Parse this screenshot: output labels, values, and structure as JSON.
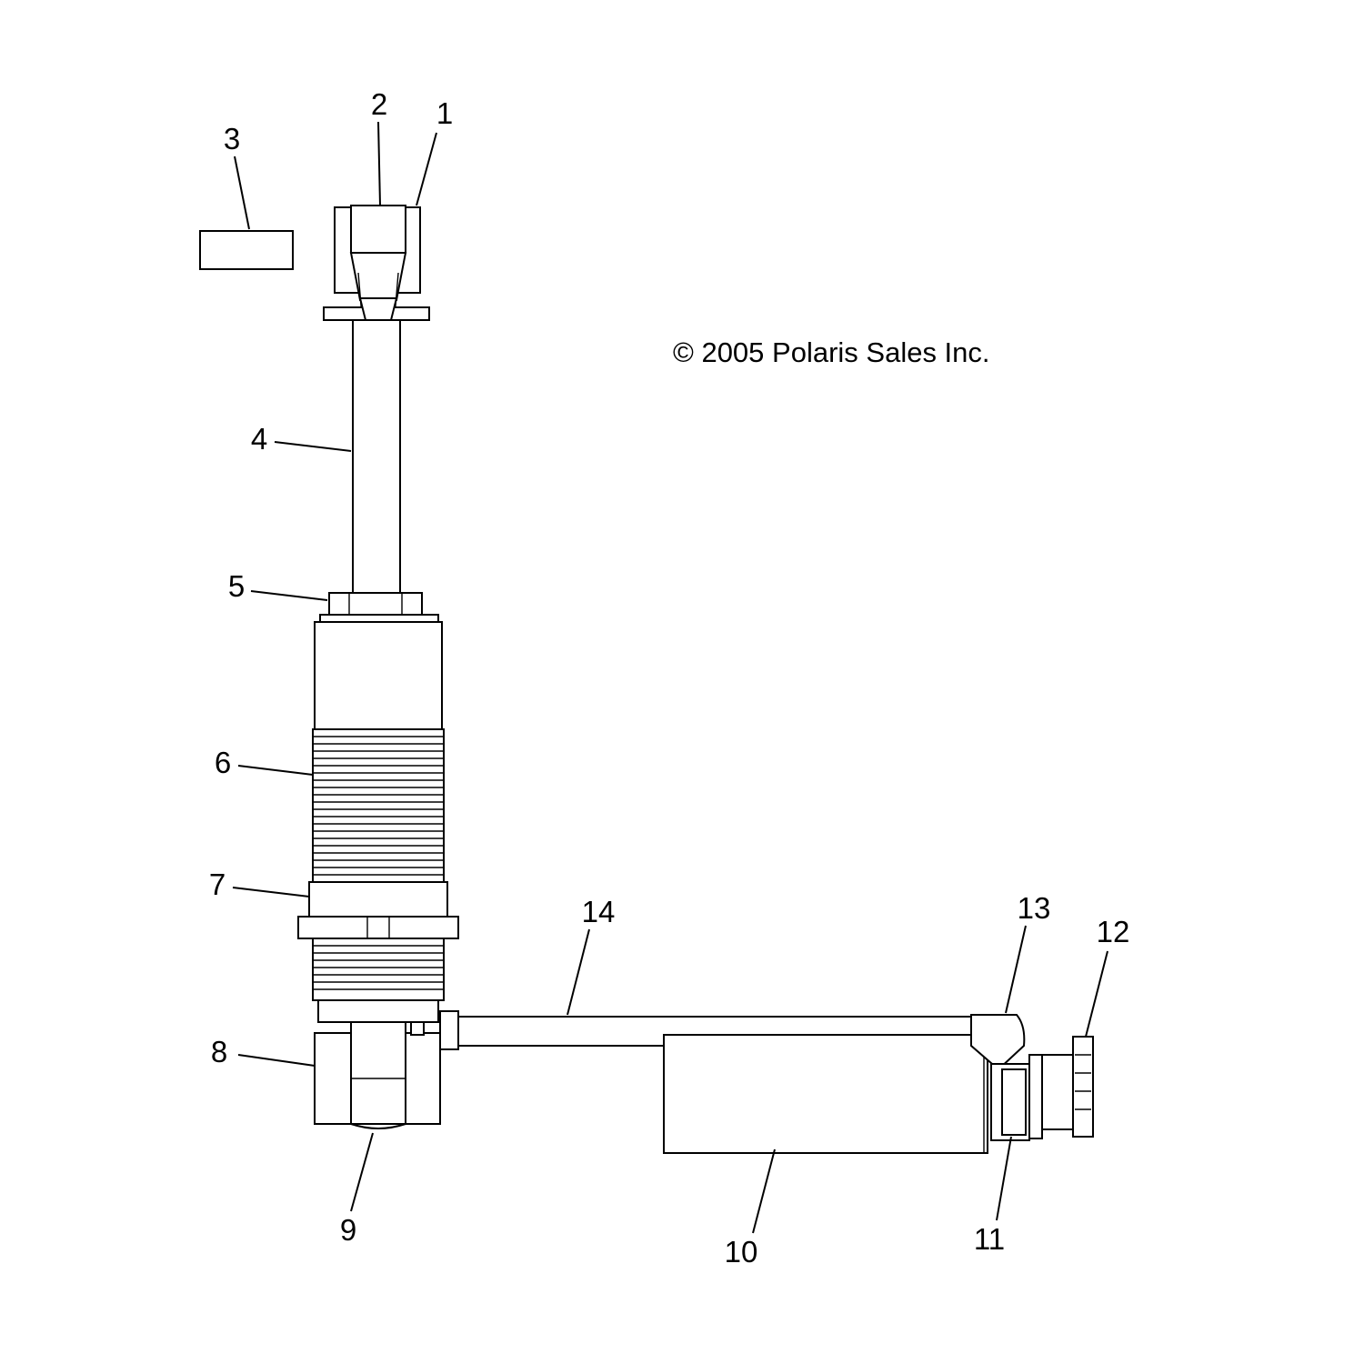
{
  "copyright": "© 2005 Polaris Sales Inc.",
  "callouts": {
    "c1": "1",
    "c2": "2",
    "c3": "3",
    "c4": "4",
    "c5": "5",
    "c6": "6",
    "c7": "7",
    "c8": "8",
    "c9": "9",
    "c10": "10",
    "c11": "11",
    "c12": "12",
    "c13": "13",
    "c14": "14"
  }
}
